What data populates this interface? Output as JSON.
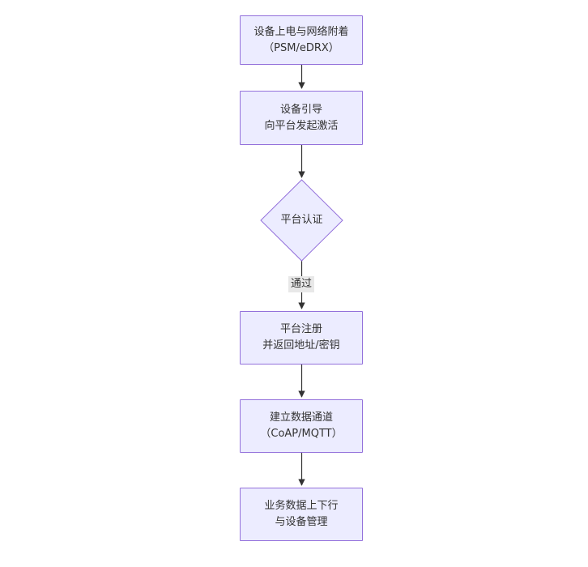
{
  "diagram": {
    "type": "flowchart",
    "direction": "top-down",
    "colors": {
      "background": "#ffffff",
      "node_fill": "#ECECFF",
      "node_border": "#9370DB",
      "arrow": "#333333",
      "text": "#333333",
      "edge_label_bg": "#e8e8e8"
    },
    "nodes": [
      {
        "id": "power-on",
        "type": "rect",
        "lines": [
          "设备上电与网络附着",
          "（PSM/eDRX）"
        ]
      },
      {
        "id": "bootstrap",
        "type": "rect",
        "lines": [
          "设备引导",
          "向平台发起激活"
        ]
      },
      {
        "id": "platform-auth",
        "type": "diamond",
        "lines": [
          "平台认证"
        ]
      },
      {
        "id": "platform-register",
        "type": "rect",
        "lines": [
          "平台注册",
          "并返回地址/密钥"
        ]
      },
      {
        "id": "data-channel",
        "type": "rect",
        "lines": [
          "建立数据通道",
          "（CoAP/MQTT）"
        ]
      },
      {
        "id": "business-data",
        "type": "rect",
        "lines": [
          "业务数据上下行",
          "与设备管理"
        ]
      }
    ],
    "edges": [
      {
        "from": "power-on",
        "to": "bootstrap",
        "label": ""
      },
      {
        "from": "bootstrap",
        "to": "platform-auth",
        "label": ""
      },
      {
        "from": "platform-auth",
        "to": "platform-register",
        "label": "通过"
      },
      {
        "from": "platform-register",
        "to": "data-channel",
        "label": ""
      },
      {
        "from": "data-channel",
        "to": "business-data",
        "label": ""
      }
    ]
  }
}
